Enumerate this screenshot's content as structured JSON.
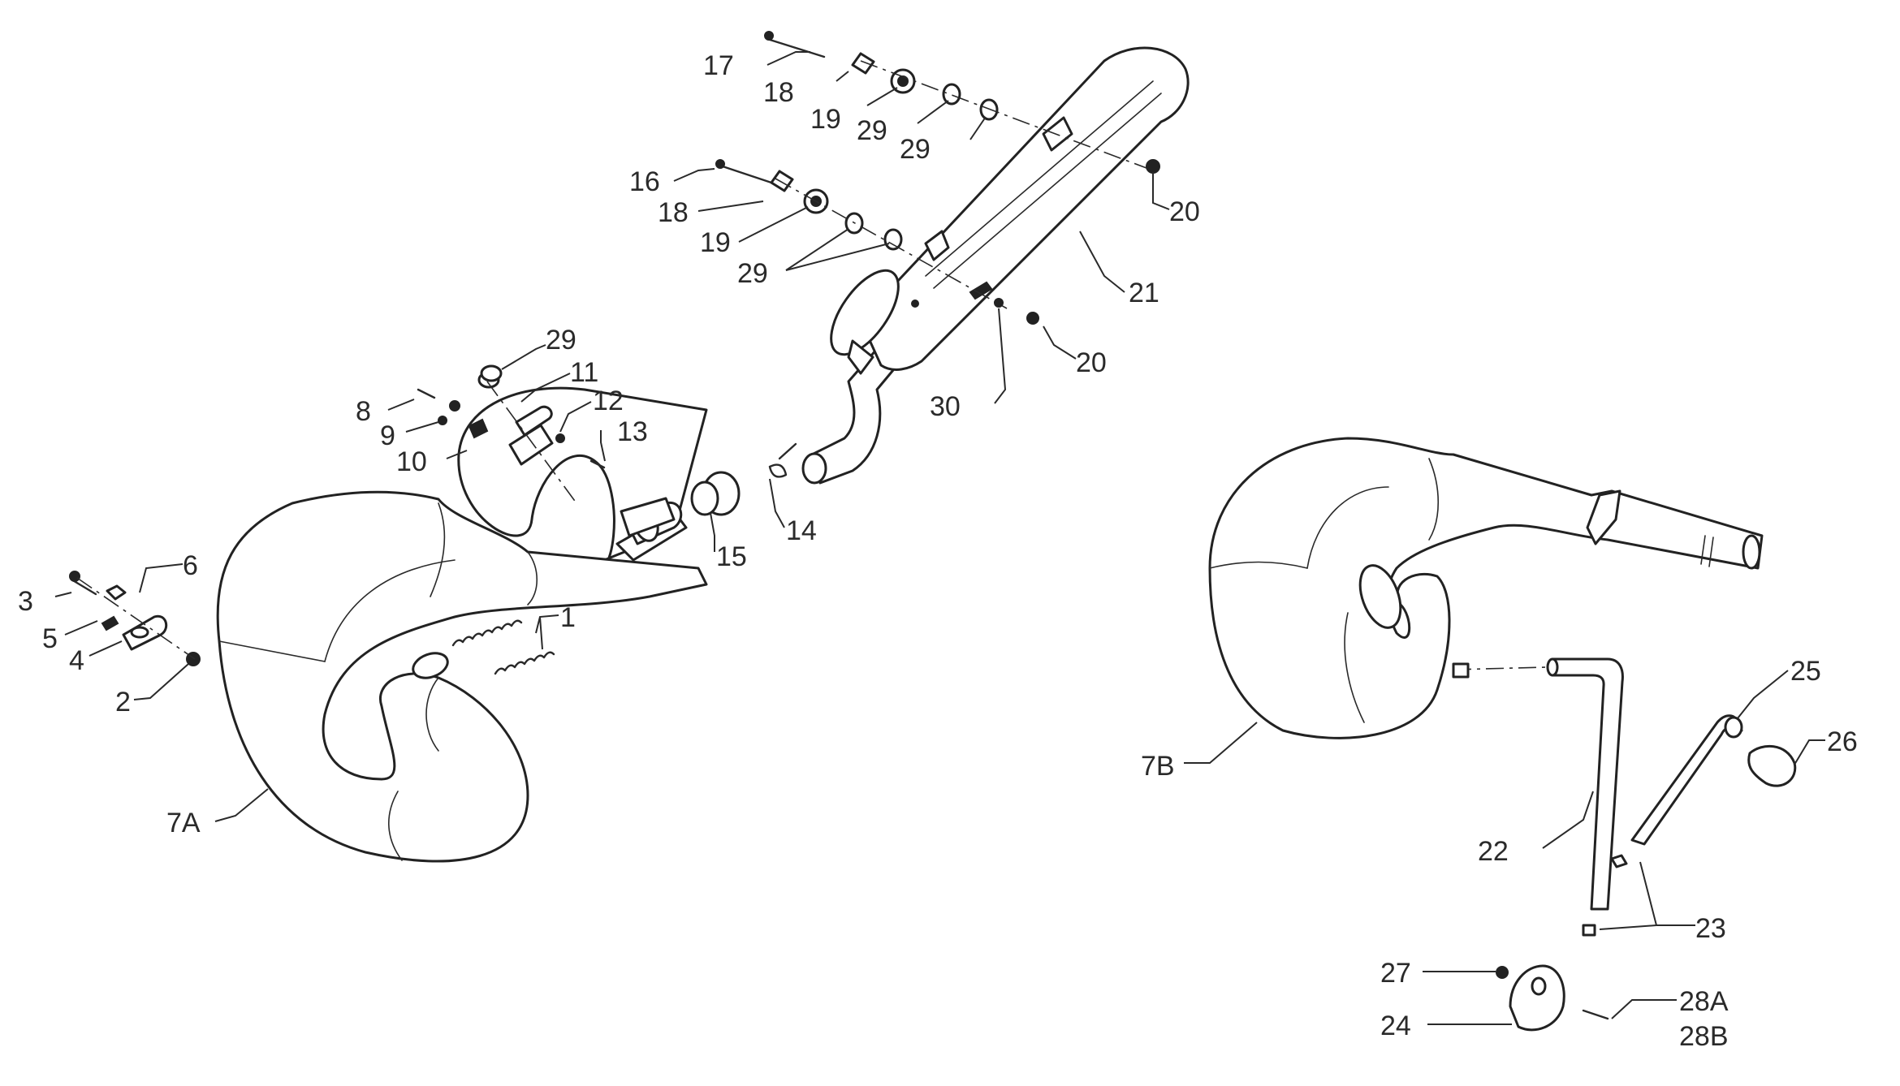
{
  "labels": {
    "p1": "1",
    "p2": "2",
    "p3": "3",
    "p4": "4",
    "p5": "5",
    "p6": "6",
    "p7a": "7A",
    "p7b": "7B",
    "p8": "8",
    "p9": "9",
    "p10": "10",
    "p11": "11",
    "p12": "12",
    "p13": "13",
    "p14": "14",
    "p15": "15",
    "p16": "16",
    "p17": "17",
    "p18a": "18",
    "p18b": "18",
    "p19a": "19",
    "p19b": "19",
    "p20a": "20",
    "p20b": "20",
    "p21": "21",
    "p22": "22",
    "p23": "23",
    "p24": "24",
    "p25": "25",
    "p26": "26",
    "p27": "27",
    "p28a": "28A",
    "p28b": "28B",
    "p29a": "29",
    "p29b": "29",
    "p29c": "29",
    "p29d": "29",
    "p30": "30"
  }
}
